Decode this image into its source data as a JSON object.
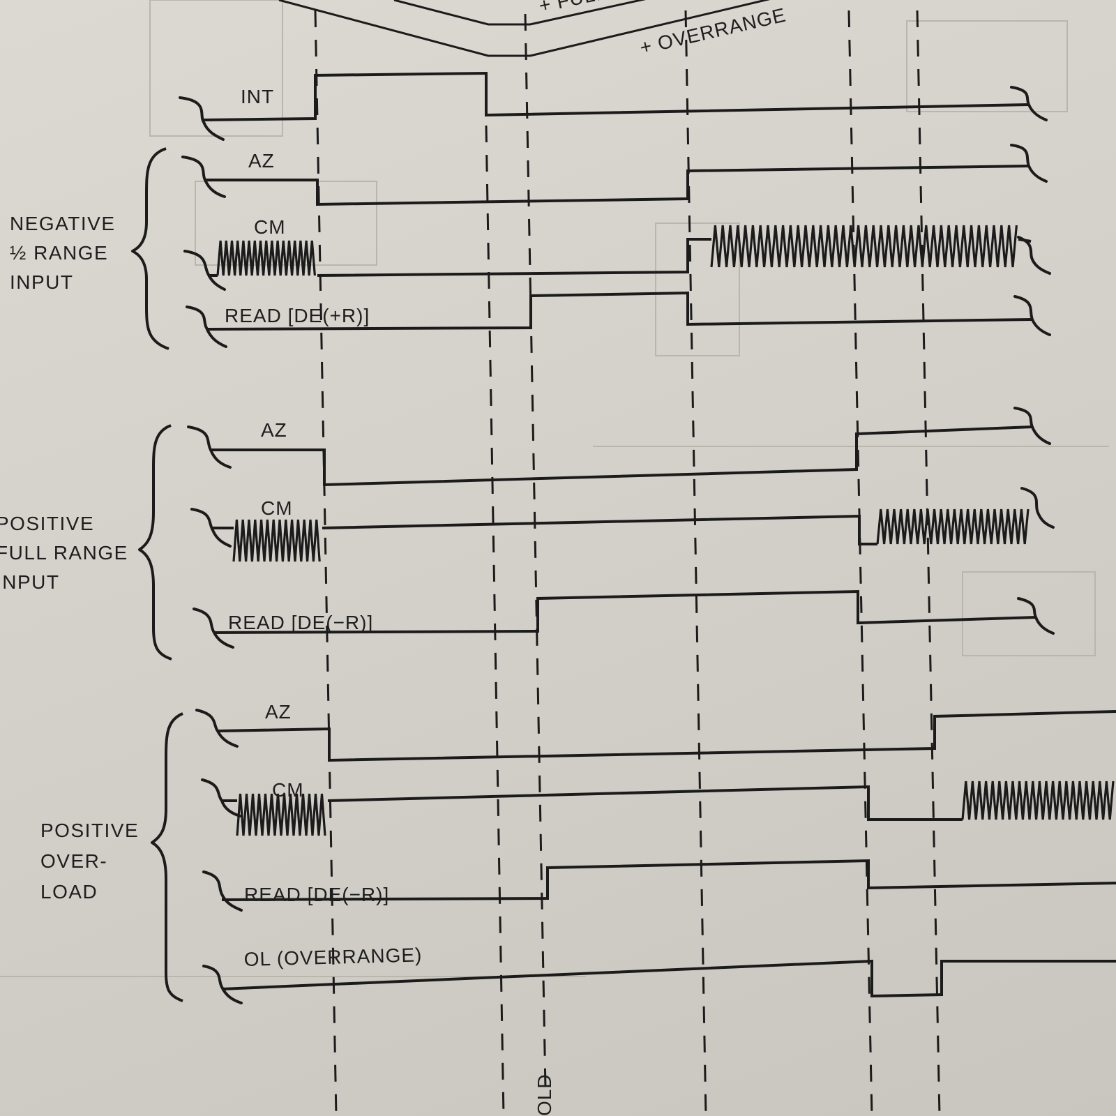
{
  "top_labels": {
    "full_scale_fragment": "+ FULL",
    "overrange": "+ OVERRANGE"
  },
  "signals": {
    "int": "INT",
    "neg_az": "AZ",
    "neg_cm": "CM",
    "neg_read": "READ [DE(+R)]",
    "pos_az": "AZ",
    "pos_cm": "CM",
    "pos_read": "READ [DE(−R)]",
    "ovl_az": "AZ",
    "ovl_cm": "CM",
    "ovl_read": "READ [DE(−R)]",
    "ovl_ol": "OL (OVERRANGE)"
  },
  "groups": {
    "negative": [
      "NEGATIVE",
      "½ RANGE",
      "INPUT"
    ],
    "positive_full": [
      "POSITIVE",
      "FULL RANGE",
      "INPUT"
    ],
    "positive_overload": [
      "POSITIVE",
      "OVER-",
      "LOAD"
    ]
  },
  "bottom_labels": {
    "hold_fragment": "OLD"
  }
}
